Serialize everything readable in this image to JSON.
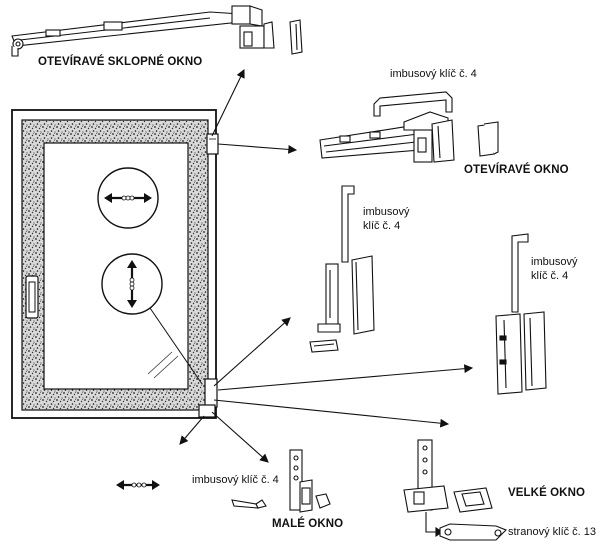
{
  "labels": {
    "tilt_turn_window": "OTEVÍRAVÉ SKLOPNÉ OKNO",
    "hex_key_top": "imbusový klíč č. 4",
    "opening_window": "OTEVÍRAVÉ OKNO",
    "hex_key_mid_line1": "imbusový",
    "hex_key_mid_line2": "klíč č. 4",
    "hex_key_right_line1": "imbusový",
    "hex_key_right_line2": "klíč č. 4",
    "hex_key_bottom": "imbusový klíč č. 4",
    "small_window": "MALÉ OKNO",
    "large_window": "VELKÉ OKNO",
    "spanner": "stranový klíč č. 13"
  },
  "colors": {
    "ink": "#111111",
    "paper": "#ffffff",
    "frame_texture": "#6a6a6a"
  }
}
